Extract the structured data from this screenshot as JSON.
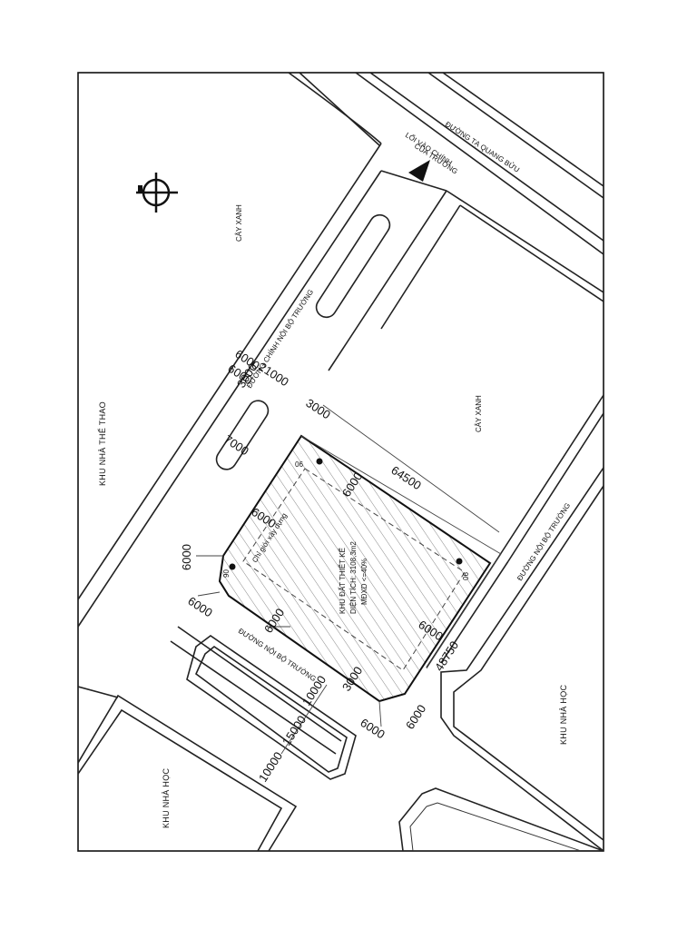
{
  "labels": {
    "khu_nha_the_thao": "KHU NHÀ THỂ THAO",
    "cay_xanh_top": "CÂY XANH",
    "cay_xanh_right": "CÂY XANH",
    "khu_nha_hoc_left": "KHU NHÀ HỌC",
    "khu_nha_hoc_right": "KHU NHÀ HỌC",
    "duong_chinh": "ĐƯỜNG CHÍNH NỘI BỘ TRƯỜNG",
    "duong_noi_bo_right": "ĐƯỜNG NỘI BỘ TRƯỜNG",
    "duong_noi_bo_left": "ĐƯỜNG NỘI BỘ TRƯỜNG",
    "duong_ta_quang_buu": "ĐƯỜNG TẠ QUANG BỬU",
    "loi_vao_1": "LỐI VÀO CHÍNH",
    "loi_vao_2": "CỦA TRƯỜNG",
    "chi_gioi": "Chỉ giới xây dựng",
    "site_1": "KHU ĐẤT THIẾT KẾ",
    "site_2": "DIỆN TÍCH: 3108,3m2",
    "site_3": "MĐXD <=40%"
  },
  "dimensions": {
    "d_6000_a": "6000",
    "d_21000": "21000",
    "d_3000_a": "3000",
    "d_3000_b": "3000",
    "d_7000": "7000",
    "d_64500": "64500",
    "d_6000_b": "6000",
    "d_6000_c": "6000",
    "d_6000_d": "6000",
    "d_6000_e": "6000",
    "d_6000_f": "6000",
    "d_6000_g": "6000",
    "d_6000_h": "6000",
    "d_6000_i": "6000",
    "d_6000_j": "6000",
    "d_48750": "48750",
    "d_3000_c": "3000",
    "d_10000_a": "10000",
    "d_15000": "15000",
    "d_10000_b": "10000",
    "ang_1": "90",
    "ang_2": "90",
    "ang_3": "90"
  },
  "icons": {
    "north": "north-arrow-icon",
    "entrance": "entrance-triangle-icon"
  }
}
